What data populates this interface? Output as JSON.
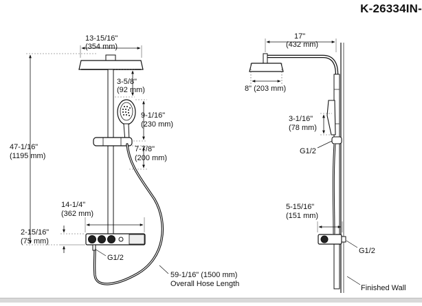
{
  "model_number": "K-26334IN-",
  "front_view": {
    "showerhead_diameter": "13-15/16\"",
    "showerhead_diameter_mm": "(354 mm)",
    "arm_to_handshower": "3-5/8\"",
    "arm_to_handshower_mm": "(92 mm)",
    "handshower_length": "9-1/16\"",
    "handshower_length_mm": "(230 mm)",
    "overall_height": "47-1/16\"",
    "overall_height_mm": "(1195 mm)",
    "holder_drop": "7-7/8\"",
    "holder_drop_mm": "(200 mm)",
    "valve_width": "14-1/4\"",
    "valve_width_mm": "(362 mm)",
    "valve_height": "2-15/16\"",
    "valve_height_mm": "(75 mm)",
    "inlet": "G1/2",
    "hose_length": "59-1/16\" (1500 mm)",
    "hose_label": "Overall Hose Length"
  },
  "side_view": {
    "arm_projection": "17\"",
    "arm_projection_mm": "(432 mm)",
    "head_diameter": "8\" (203 mm)",
    "holder_offset": "3-1/16\"",
    "holder_offset_mm": "(78 mm)",
    "holder_inlet": "G1/2",
    "valve_depth": "5-15/16\"",
    "valve_depth_mm": "(151 mm)",
    "valve_inlet": "G1/2",
    "wall_label": "Finished Wall"
  }
}
